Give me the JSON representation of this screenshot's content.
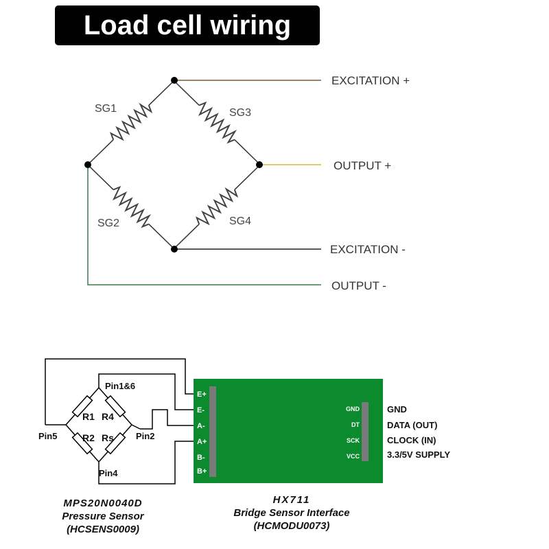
{
  "title": "Load cell wiring",
  "bridge": {
    "gauges": [
      "SG1",
      "SG2",
      "SG3",
      "SG4"
    ],
    "terminals": [
      "EXCITATION +",
      "OUTPUT +",
      "EXCITATION -",
      "OUTPUT -"
    ]
  },
  "sensor": {
    "pins": [
      "Pin1&6",
      "Pin5",
      "Pin2",
      "Pin4"
    ],
    "resistors": [
      "R1",
      "R4",
      "R2",
      "Rs"
    ],
    "caption": [
      "MPS20N0040D",
      "Pressure Sensor",
      "(HCSENS0009)"
    ]
  },
  "hx711": {
    "left_pins": [
      "E+",
      "E-",
      "A-",
      "A+",
      "B-",
      "B+"
    ],
    "right_pins": [
      "GND",
      "DT",
      "SCK",
      "VCC"
    ],
    "right_labels": [
      "GND",
      "DATA (OUT)",
      "CLOCK (IN)",
      "3.3/5V SUPPLY"
    ],
    "caption": [
      "HX711",
      "Bridge Sensor Interface",
      "(HCMODU0073)"
    ],
    "board_color": "#0b8a2e"
  }
}
